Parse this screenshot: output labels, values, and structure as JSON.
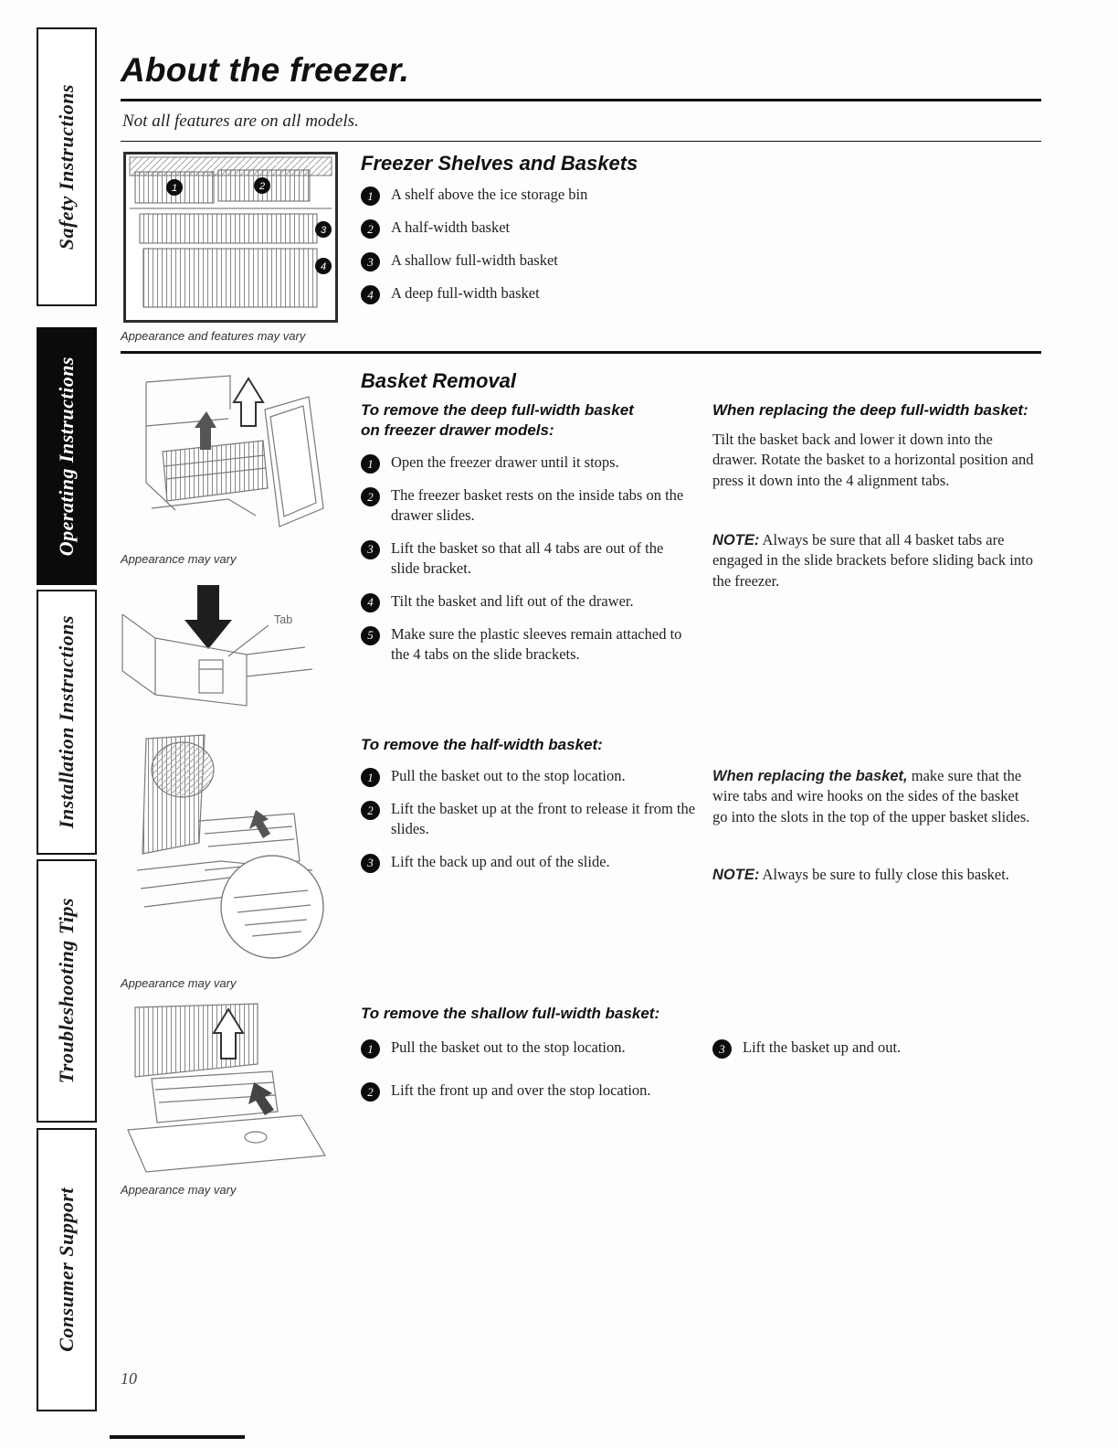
{
  "page": {
    "number": "10",
    "title": "About the freezer.",
    "subtitle": "Not all features are on all models."
  },
  "sidebar": [
    {
      "label": "Safety Instructions"
    },
    {
      "label": "Operating Instructions"
    },
    {
      "label": "Installation Instructions"
    },
    {
      "label": "Troubleshooting Tips"
    },
    {
      "label": "Consumer Support"
    }
  ],
  "shelves": {
    "heading": "Freezer Shelves and Baskets",
    "caption": "Appearance and features may vary",
    "items": [
      {
        "num": "1",
        "text": "A shelf above the ice storage bin"
      },
      {
        "num": "2",
        "text": "A half-width basket"
      },
      {
        "num": "3",
        "text": "A shallow full-width basket"
      },
      {
        "num": "4",
        "text": "A deep full-width basket"
      }
    ]
  },
  "removal": {
    "heading": "Basket Removal",
    "deep": {
      "subheading": "To remove the deep full-width basket on freezer drawer models:",
      "steps": [
        {
          "num": "1",
          "text": "Open the freezer drawer until it stops."
        },
        {
          "num": "2",
          "text": "The freezer basket rests on the inside tabs on the drawer slides."
        },
        {
          "num": "3",
          "text": "Lift the basket so that all 4 tabs are out of the slide bracket."
        },
        {
          "num": "4",
          "text": "Tilt the basket and lift out of the drawer."
        },
        {
          "num": "5",
          "text": "Make sure the plastic sleeves remain attached to the 4 tabs on the slide brackets."
        }
      ],
      "caption": "Appearance may vary",
      "tab_label": "Tab",
      "replacing_heading": "When replacing the deep full-width basket:",
      "replacing_text": "Tilt the basket back and lower it down into the drawer. Rotate the basket to a horizontal position and press it down into the 4 alignment tabs.",
      "note_label": "NOTE:",
      "note_text": " Always be sure that all 4 basket tabs are engaged in the slide brackets before sliding back into the freezer."
    },
    "half": {
      "subheading": "To remove the half-width basket:",
      "steps": [
        {
          "num": "1",
          "text": "Pull the basket out to the stop location."
        },
        {
          "num": "2",
          "text": "Lift the basket up at the front to release it from the slides."
        },
        {
          "num": "3",
          "text": "Lift the back up and out of the slide."
        }
      ],
      "caption": "Appearance may vary",
      "replacing_lead": "When replacing the basket,",
      "replacing_text": " make sure that the wire tabs and wire hooks on the sides of the basket go into the slots in the top of the upper basket slides.",
      "note_label": "NOTE:",
      "note_text": " Always be sure to fully close this basket."
    },
    "shallow": {
      "subheading": "To remove the shallow full-width basket:",
      "steps": [
        {
          "num": "1",
          "text": "Pull the basket out to the stop location."
        },
        {
          "num": "2",
          "text": "Lift the front up and over the stop location."
        }
      ],
      "step3": {
        "num": "3",
        "text": "Lift the basket up and out."
      },
      "caption": "Appearance may vary"
    }
  }
}
